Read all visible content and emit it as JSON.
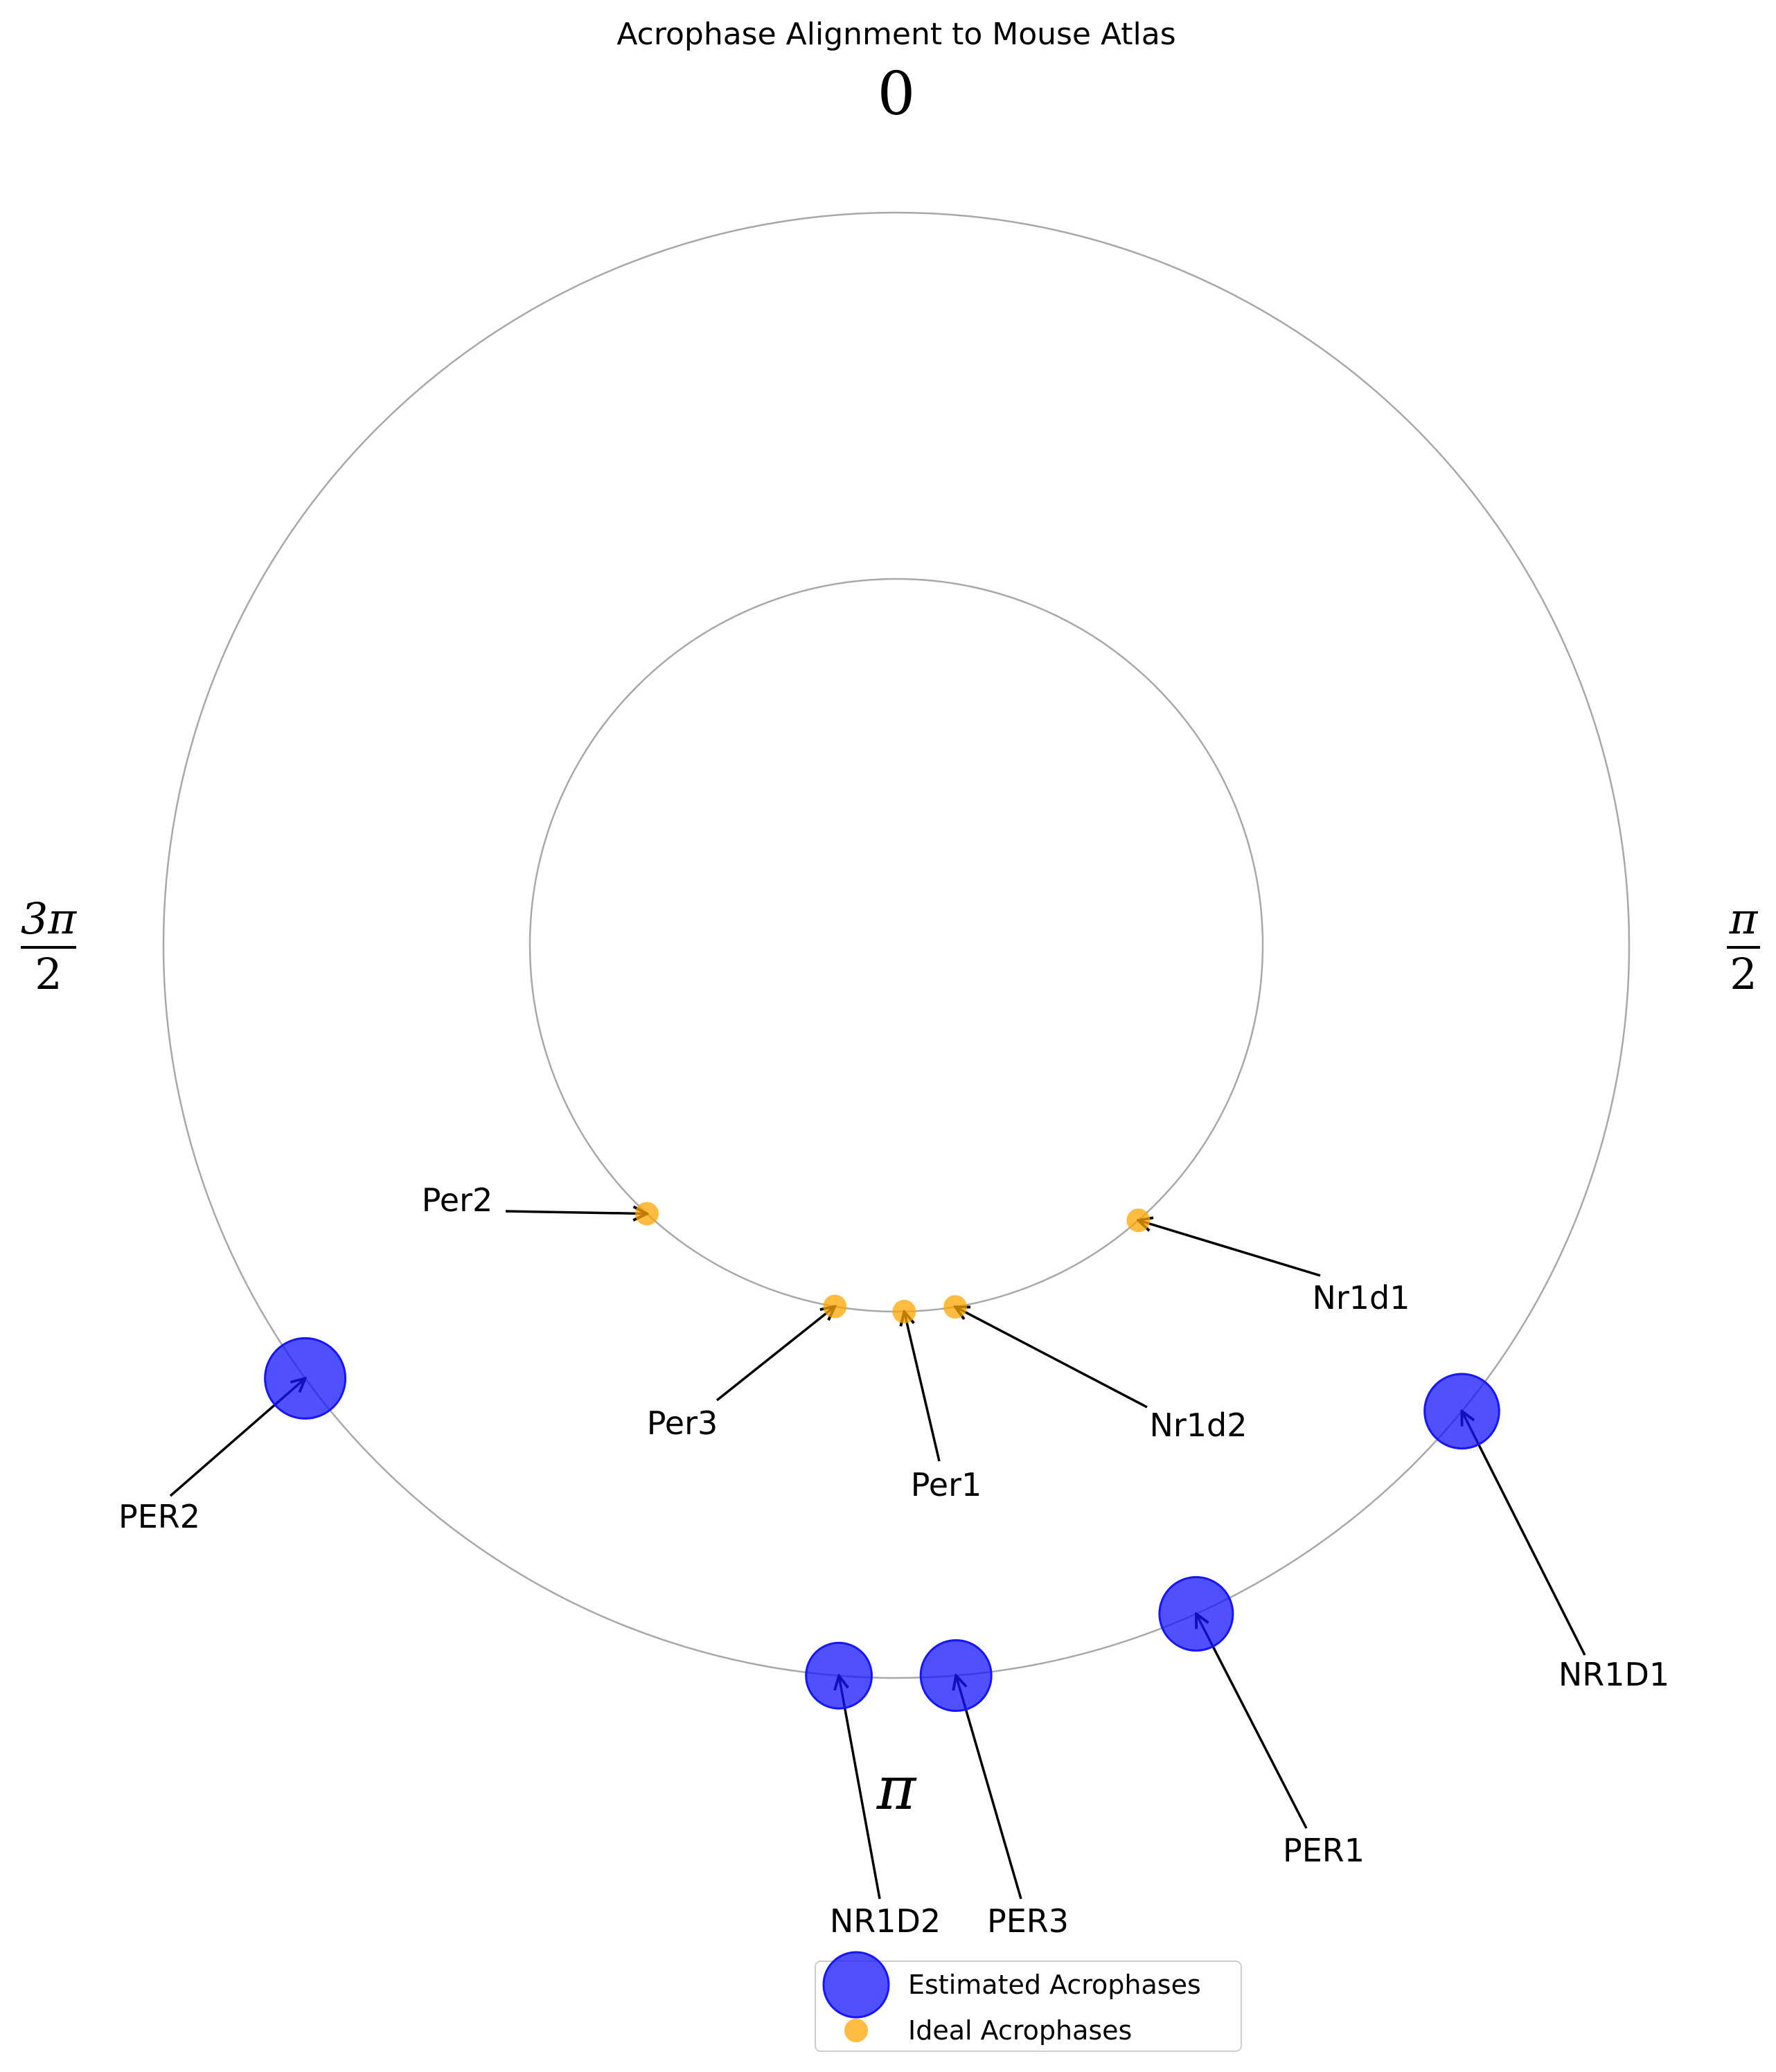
{
  "chart_data": {
    "type": "scatter",
    "projection": "polar",
    "title": "Acrophase Alignment to Mouse Atlas",
    "theta_zero": "top",
    "theta_direction": "clockwise",
    "theta_tick_labels": {
      "top": "0",
      "right": {
        "numerator": "π",
        "denominator": "2"
      },
      "bottom": "π",
      "left": {
        "numerator": "3π",
        "denominator": "2"
      }
    },
    "grid": false,
    "legend_position": "bottom-center",
    "colors": {
      "estimated": "#1515ff",
      "ideal": "#ffa500",
      "ring": "#a8a8a8"
    },
    "series": [
      {
        "name": "Estimated Acrophases",
        "color": "#1515ff",
        "radius": 1.0,
        "points": [
          {
            "label": "PER2",
            "theta": 4.08,
            "size": 1.0
          },
          {
            "label": "NR1D2",
            "theta": 3.22,
            "size": 0.62
          },
          {
            "label": "PER3",
            "theta": 3.06,
            "size": 0.75
          },
          {
            "label": "PER1",
            "theta": 2.72,
            "size": 0.82
          },
          {
            "label": "NR1D1",
            "theta": 2.26,
            "size": 0.85
          }
        ]
      },
      {
        "name": "Ideal Acrophases",
        "color": "#ffa500",
        "radius": 0.5,
        "points": [
          {
            "label": "Per2",
            "theta": 3.89
          },
          {
            "label": "Per3",
            "theta": 3.31
          },
          {
            "label": "Per1",
            "theta": 3.12
          },
          {
            "label": "Nr1d2",
            "theta": 2.98
          },
          {
            "label": "Nr1d1",
            "theta": 2.42
          }
        ]
      }
    ]
  }
}
